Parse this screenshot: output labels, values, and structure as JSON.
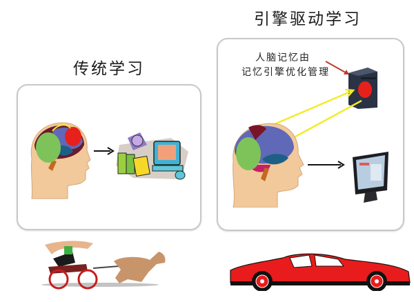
{
  "left": {
    "title": "传统学习",
    "items": [
      "head-with-brain",
      "arrow",
      "books-computer-clipart"
    ],
    "vehicle": "horse-carriage"
  },
  "right": {
    "title": "引擎驱动学习",
    "note_line1": "人脑记忆由",
    "note_line2": "记忆引擎优化管理",
    "items": [
      "head-with-brain",
      "server-tower",
      "monitor"
    ],
    "vehicle": "red-sports-car"
  },
  "colors": {
    "green_region": "#7dc35a",
    "red_region": "#e8201c",
    "arrow_yellow": "#f2ec2a",
    "pointer_red": "#c0392b",
    "car_red": "#e81c1c",
    "panel_border": "#c8c8c8"
  }
}
